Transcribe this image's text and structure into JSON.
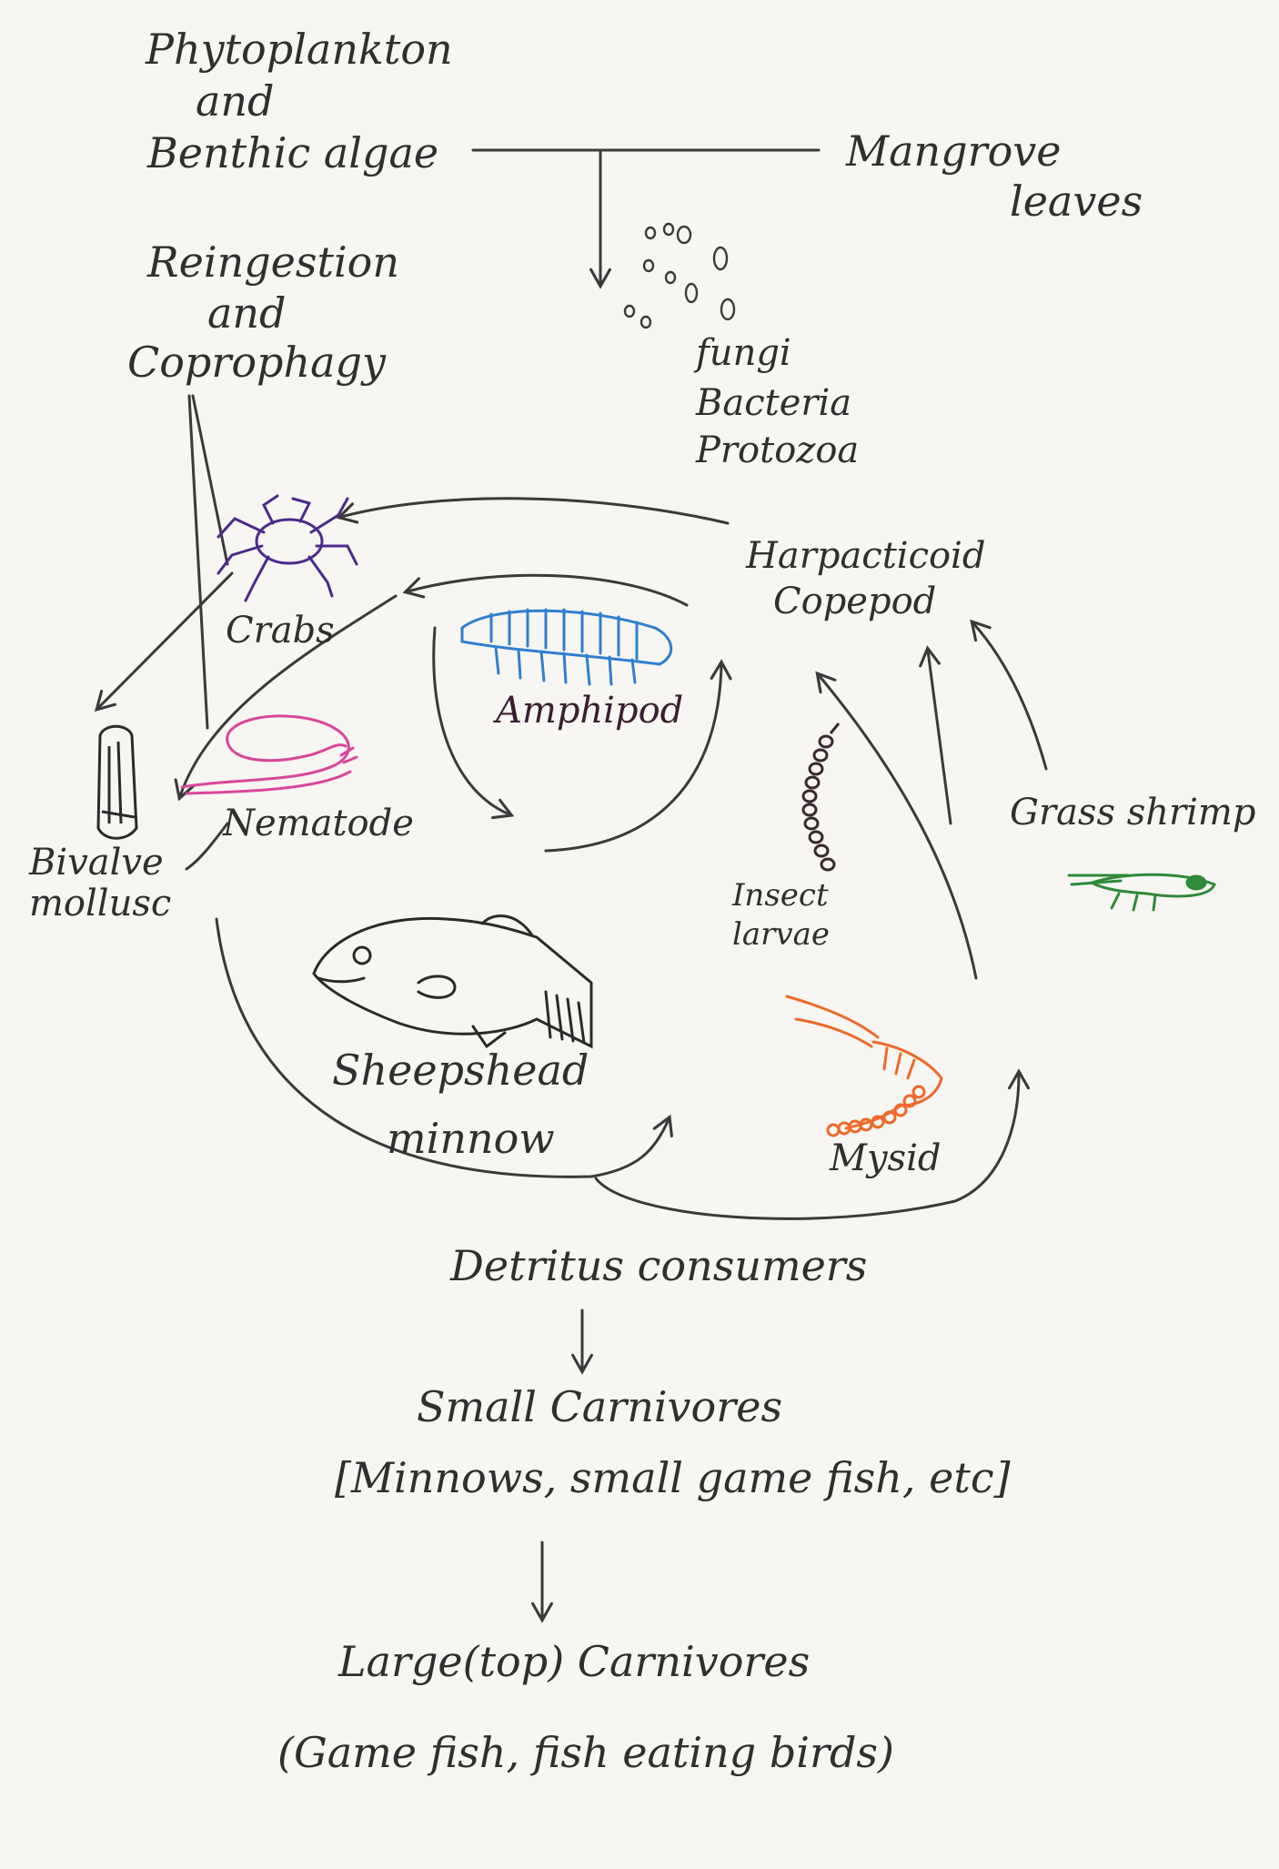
{
  "labels": {
    "producers_line1": "Phytoplankton",
    "producers_line2": "and",
    "producers_line3": "Benthic algae",
    "mangrove_line1": "Mangrove",
    "mangrove_line2": "leaves",
    "microbes_line1": "fungi",
    "microbes_line2": "Bacteria",
    "microbes_line3": "Protozoa",
    "reingestion_line1": "Reingestion",
    "reingestion_line2": "and",
    "reingestion_line3": "Coprophagy",
    "crabs": "Crabs",
    "amphipod": "Amphipod",
    "copepod_line1": "Harpacticoid",
    "copepod_line2": "Copepod",
    "nematode": "Nematode",
    "bivalve_line1": "Bivalve",
    "bivalve_line2": "mollusc",
    "insect_line1": "Insect",
    "insect_line2": "larvae",
    "grass_shrimp": "Grass shrimp",
    "minnow_line1": "Sheepshead",
    "minnow_line2": "minnow",
    "mysid": "Mysid",
    "detritus": "Detritus consumers",
    "small_carn_line1": "Small Carnivores",
    "small_carn_line2": "[Minnows, small game fish, etc]",
    "large_carn_line1": "Large(top) Carnivores",
    "large_carn_line2": "(Game fish, fish eating birds)"
  },
  "colors": {
    "crab": "#4b2a8c",
    "amphipod": "#2f7fd0",
    "nematode": "#d9469b",
    "shrimp": "#2f8a3a",
    "mysid": "#ee6a2a",
    "insect": "#3a2a30",
    "ink": "#3a3a3a"
  }
}
